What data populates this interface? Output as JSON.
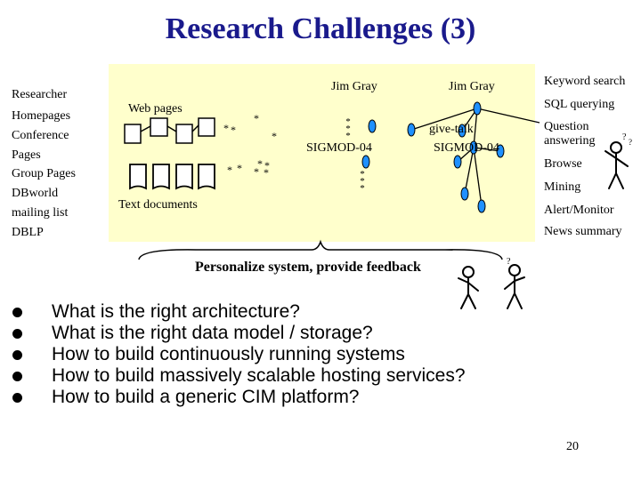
{
  "title": "Research Challenges (3)",
  "sources": [
    "Researcher",
    "Homepages",
    "Conference",
    "Pages",
    "Group Pages",
    "DBworld",
    "mailing list",
    "DBLP"
  ],
  "diagram": {
    "web_pages": "Web pages",
    "text_documents": "Text documents",
    "jim_gray_1": "Jim Gray",
    "jim_gray_2": "Jim Gray",
    "sigmod_1": "SIGMOD-04",
    "sigmod_2": "SIGMOD-04",
    "give_talk": "give-talk",
    "star": "*",
    "feedback": "Personalize system, provide feedback"
  },
  "services": [
    "Keyword search",
    "SQL querying",
    "Question",
    "answering",
    "Browse",
    "Mining",
    "Alert/Monitor",
    "News summary"
  ],
  "questions": [
    "What is the right architecture?",
    "What is the right data model / storage?",
    "How to build continuously running systems",
    "How to build massively scalable hosting services?",
    "How to build a generic CIM platform?"
  ],
  "page_number": "20"
}
